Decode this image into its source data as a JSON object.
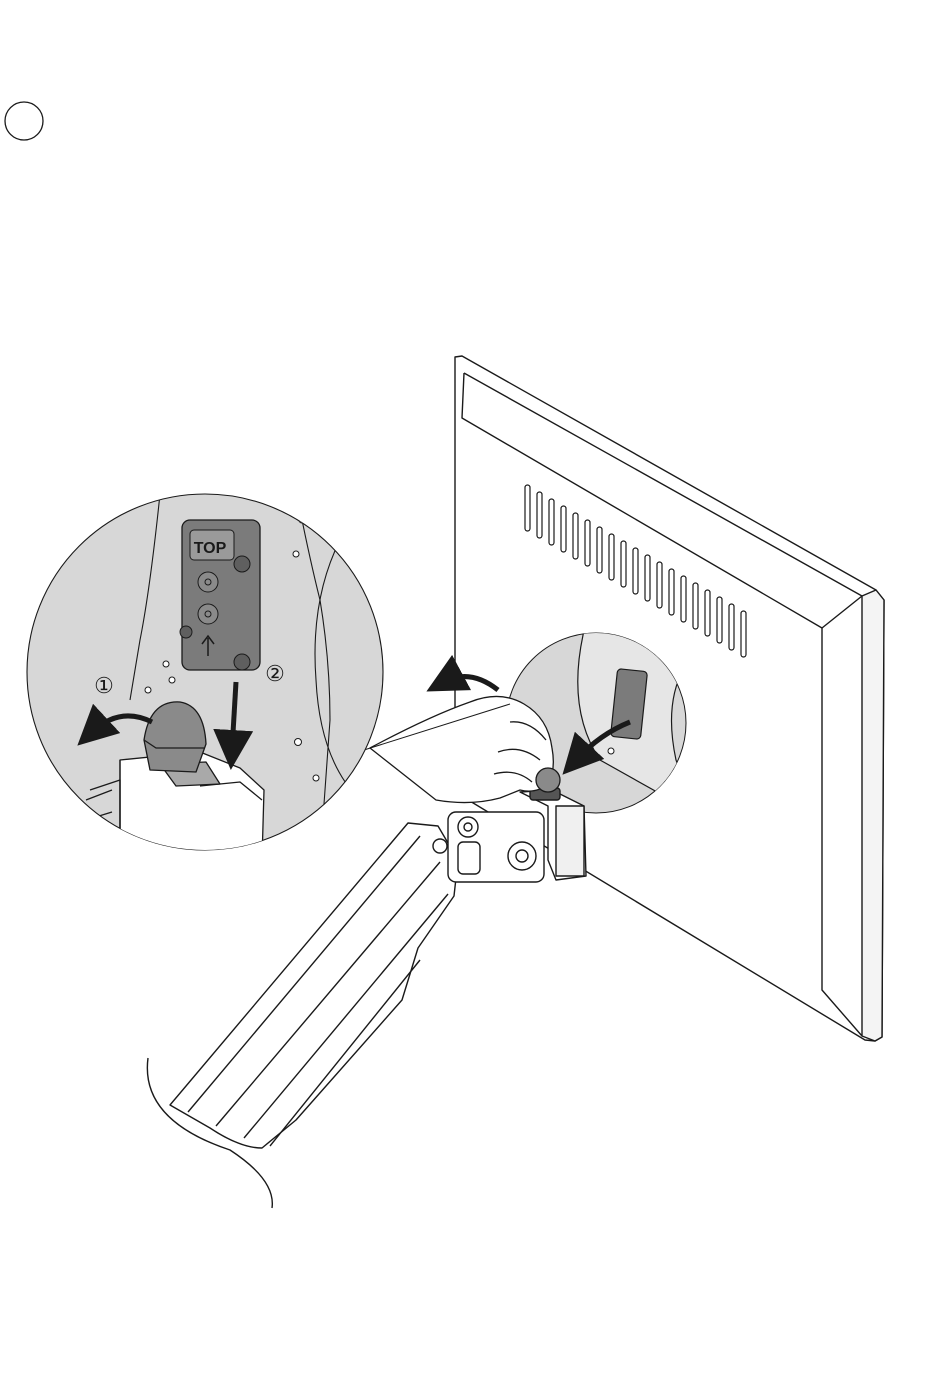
{
  "step_badge": {
    "number": ""
  },
  "callouts": {
    "first": "①",
    "second": "②"
  },
  "plate": {
    "label": "TOP"
  },
  "colors": {
    "line": "#1a1a1a",
    "magnifier": "#d7d7d7",
    "plate": "#7b7b7b",
    "plate_dark": "#5f5f5f",
    "shaded": "#a9a9a9"
  },
  "icons": {
    "rotate_arrow": "curved-arrow-icon",
    "insert_arrow": "down-arrow-icon",
    "plate_arrow": "up-arrow-icon"
  }
}
